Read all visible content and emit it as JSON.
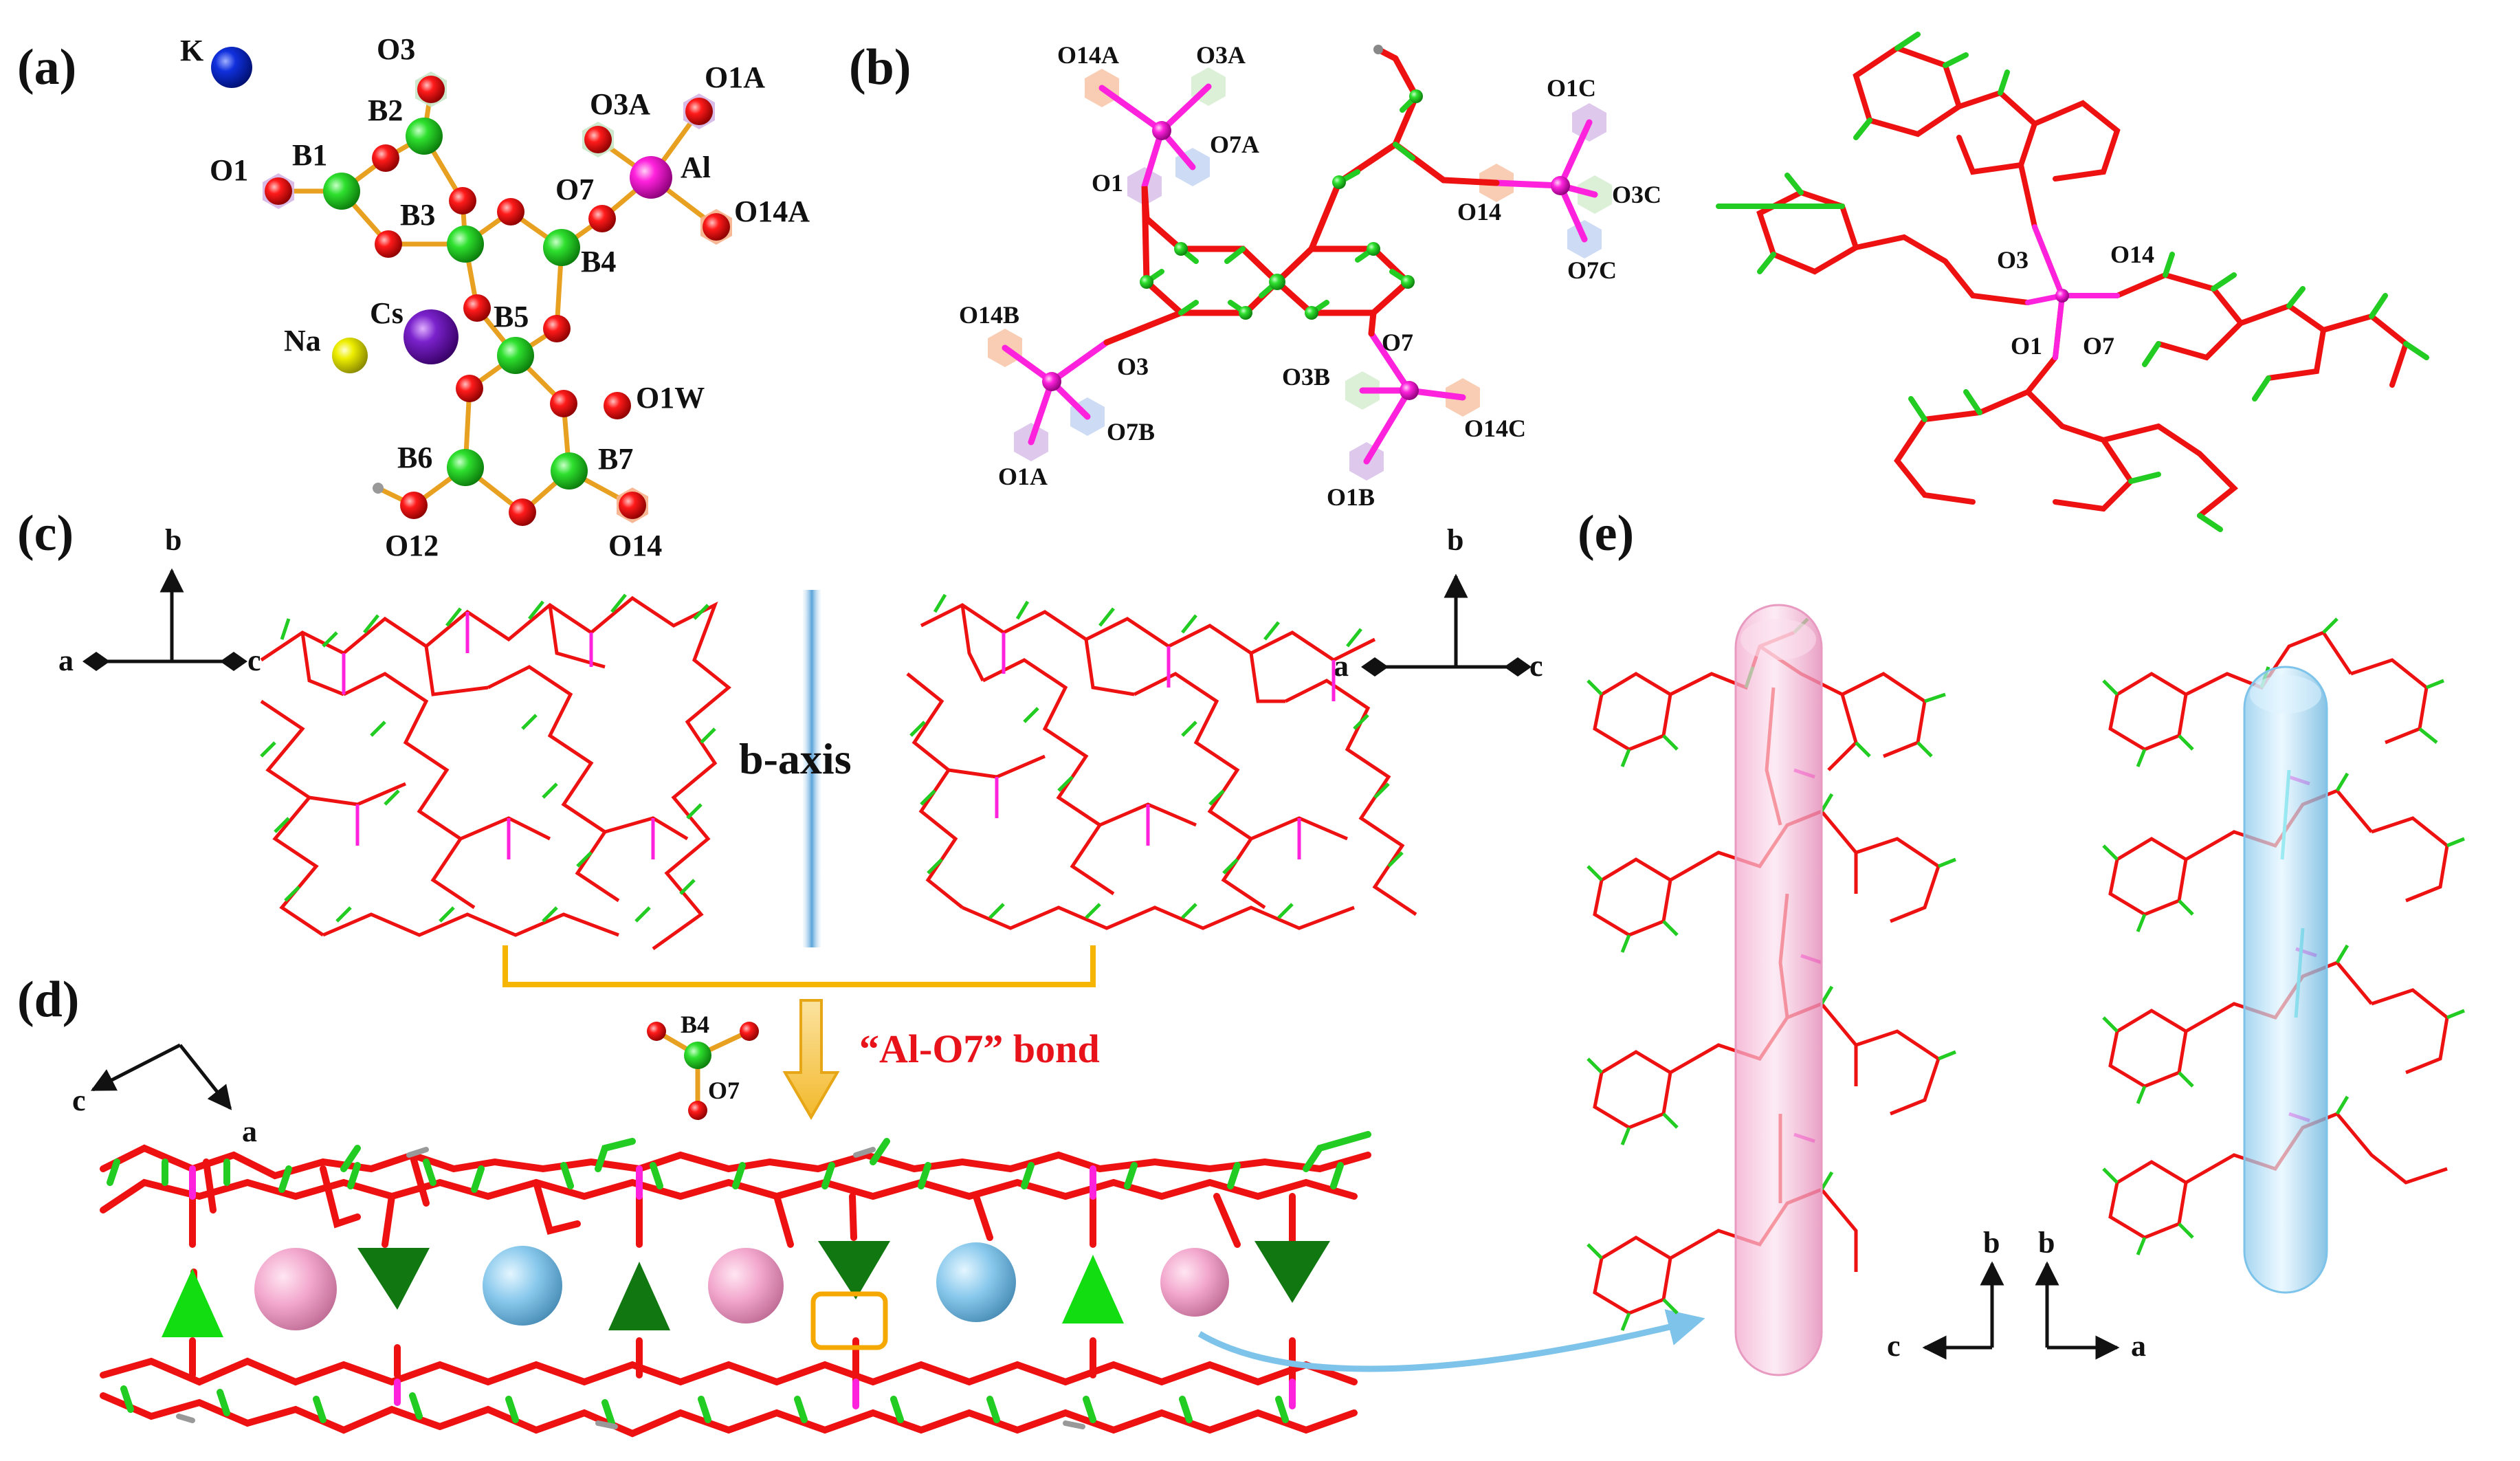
{
  "panels": [
    {
      "id": "a",
      "label": "(a)"
    },
    {
      "id": "b",
      "label": "(b)"
    },
    {
      "id": "c",
      "label": "(c)"
    },
    {
      "id": "d",
      "label": "(d)"
    },
    {
      "id": "e",
      "label": "(e)"
    }
  ],
  "panel_a": {
    "atoms": [
      "K",
      "O3",
      "B2",
      "B1",
      "O1",
      "B3",
      "O3A",
      "O1A",
      "Al",
      "O7",
      "O14A",
      "B4",
      "Cs",
      "Na",
      "B5",
      "O1W",
      "B6",
      "B7",
      "O12",
      "O14"
    ]
  },
  "panel_b_left": {
    "atoms": [
      "O14A",
      "O3A",
      "O1",
      "O7A",
      "O1C",
      "O14",
      "O3C",
      "O7C",
      "O14B",
      "O3",
      "O7B",
      "O1A",
      "O7",
      "O3B",
      "O14C",
      "O1B"
    ]
  },
  "panel_b_right": {
    "atoms": [
      "O3",
      "O14",
      "O1",
      "O7"
    ]
  },
  "panel_c": {
    "axes_left": {
      "up": "b",
      "left": "a",
      "right": "c"
    },
    "axes_right": {
      "up": "b",
      "left": "a",
      "right": "c"
    },
    "center_label": "b-axis"
  },
  "panel_d": {
    "axes": {
      "first": "c",
      "second": "a"
    },
    "inset_atoms": [
      "B4",
      "O7"
    ],
    "bond_label": "“Al-O7” bond"
  },
  "panel_e": {
    "axes_left": {
      "up": "b",
      "side": "c"
    },
    "axes_right": {
      "up": "b",
      "side": "a"
    }
  },
  "colors": {
    "boron": "#22cc22",
    "oxygen": "#ee1111",
    "aluminum": "#ff22dd",
    "bond_orange": "#e8a020",
    "potassium": "#1030dd",
    "cesium": "#7a22cc",
    "sodium": "#eeee00",
    "hydrogen": "#999999",
    "pink_sphere": "#f2a6cc",
    "blue_sphere": "#88c8ec",
    "triangle_light": "#11dd11",
    "triangle_dark": "#117711",
    "arrow_yellow": "#f6c94a",
    "highlight_box": "#f5a800",
    "bond_label": "#e8121b"
  }
}
